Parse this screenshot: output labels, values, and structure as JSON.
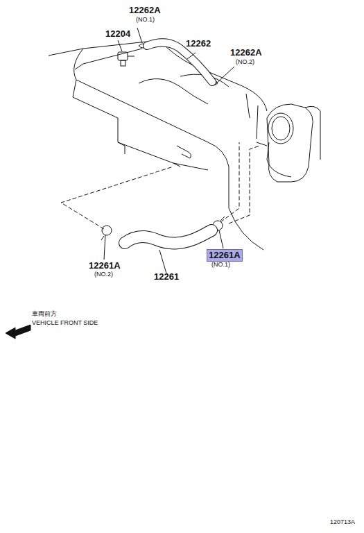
{
  "diagram": {
    "nodes": [
      {
        "text": [
          "12261A"
        ]
      }
    ],
    "labels": [
      "12262A",
      "(NO.1)",
      "12204",
      "12262",
      "12262A",
      "(NO.2)",
      "12261A",
      "(NO.2)",
      "12261",
      "(NO.1)",
      "車両前方",
      "VEHICLE FRONT SIDE",
      "120713A"
    ]
  }
}
